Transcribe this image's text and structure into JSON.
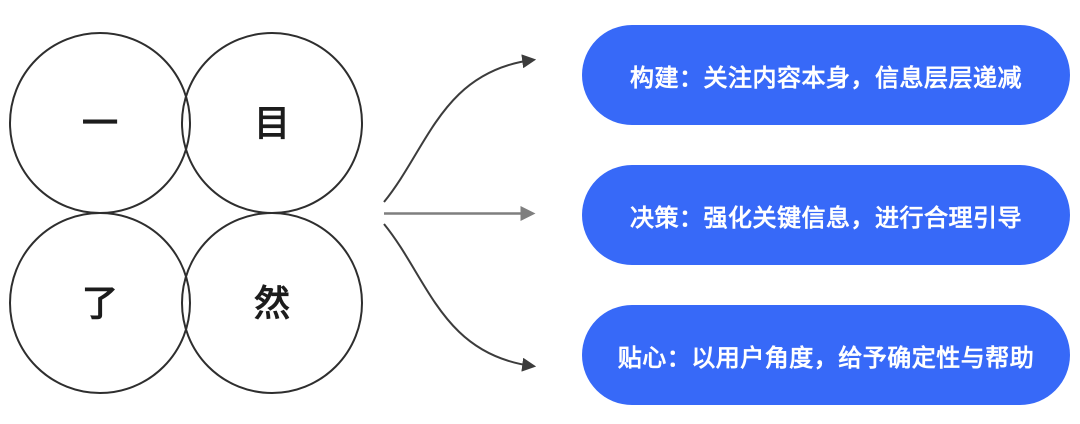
{
  "venn": {
    "characters": [
      {
        "label": "一",
        "position": "top-left"
      },
      {
        "label": "目",
        "position": "top-right"
      },
      {
        "label": "了",
        "position": "bottom-left"
      },
      {
        "label": "然",
        "position": "bottom-right"
      }
    ],
    "phrase": "一目了然"
  },
  "arrows": [
    {
      "name": "to-build",
      "shape": "s-curve-up"
    },
    {
      "name": "to-decision",
      "shape": "straight"
    },
    {
      "name": "to-care",
      "shape": "s-curve-down"
    }
  ],
  "pills": {
    "items": [
      {
        "label": "构建：关注内容本身，信息层层递减"
      },
      {
        "label": "决策：强化关键信息，进行合理引导"
      },
      {
        "label": "贴心：以用户角度，给予确定性与帮助"
      }
    ]
  },
  "colors": {
    "background": "#FFFFFF",
    "pill_bg": "#3769F8",
    "pill_text": "#FFFFFF",
    "circle_stroke": "#2E2E2E",
    "character_color": "#1C1C1C",
    "curved_arrow": "#3C3C3C",
    "straight_arrow": "#7F7F7F"
  }
}
